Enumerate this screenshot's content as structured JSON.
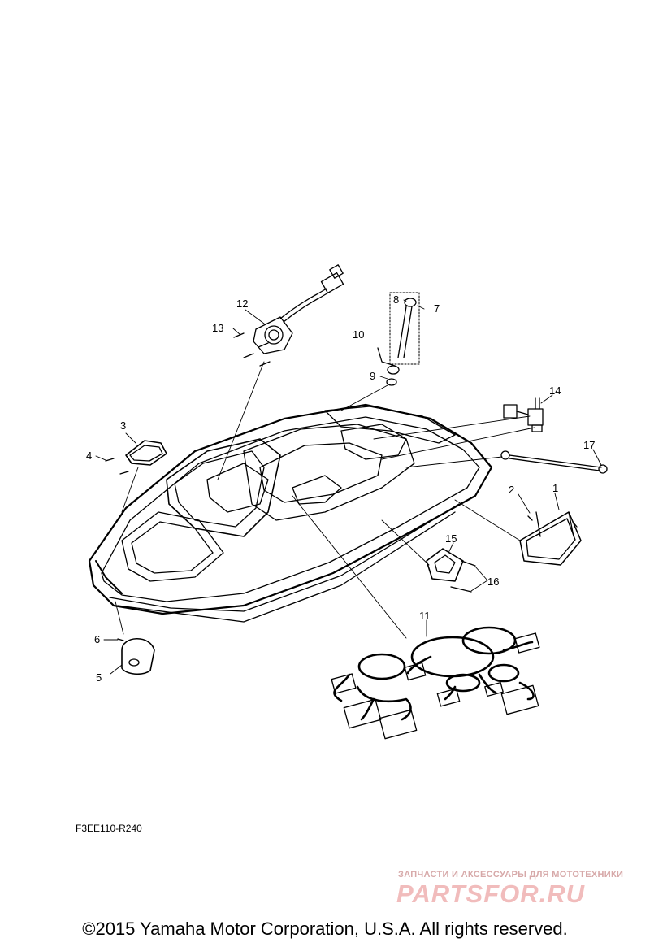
{
  "diagram": {
    "callouts": [
      "1",
      "2",
      "3",
      "4",
      "5",
      "6",
      "7",
      "8",
      "9",
      "10",
      "11",
      "12",
      "13",
      "14",
      "15",
      "16",
      "17"
    ],
    "code": "F3EE110-R240"
  },
  "watermark": {
    "tagline": "ЗАПЧАСТИ И АКСЕССУАРЫ ДЛЯ МОТОТЕХНИКИ",
    "logo": "PARTSFOR.RU"
  },
  "footer": {
    "copyright": "©2015 Yamaha Motor Corporation, U.S.A. All rights reserved."
  }
}
